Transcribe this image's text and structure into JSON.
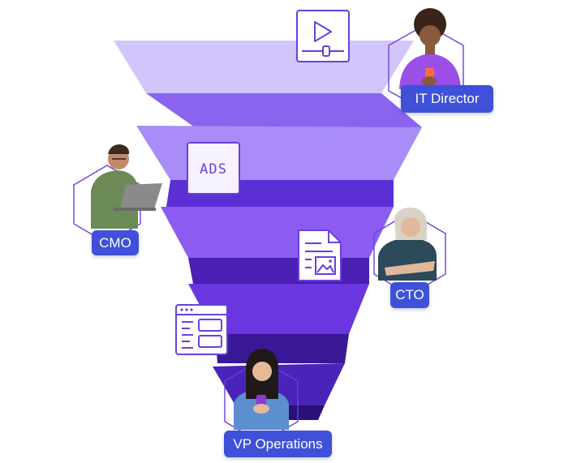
{
  "colors": {
    "funnel_light": [
      "#d2c5fb",
      "#a98cf7",
      "#8b5cf0",
      "#6a36e0",
      "#4a24b8"
    ],
    "funnel_dark": [
      "#8a63ee",
      "#5b2fd3",
      "#4a20b4",
      "#3a1896",
      "#2a1078"
    ],
    "badge_bg": "#3f51d8",
    "badge_text": "#ffffff",
    "hex_outline": "#6a3fe0",
    "icon_stroke": "#6a3fe0"
  },
  "personas": [
    {
      "label": "IT Director",
      "avatar_icon": "woman-with-phone-avatar"
    },
    {
      "label": "CMO",
      "avatar_icon": "man-with-laptop-avatar"
    },
    {
      "label": "CTO",
      "avatar_icon": "woman-arms-crossed-avatar"
    },
    {
      "label": "VP Operations",
      "avatar_icon": "woman-with-phone-avatar"
    }
  ],
  "content_icons": [
    {
      "name": "video-player-icon",
      "text": ""
    },
    {
      "name": "ads-icon",
      "text": "ADS"
    },
    {
      "name": "document-image-icon",
      "text": ""
    },
    {
      "name": "web-layout-icon",
      "text": ""
    }
  ]
}
